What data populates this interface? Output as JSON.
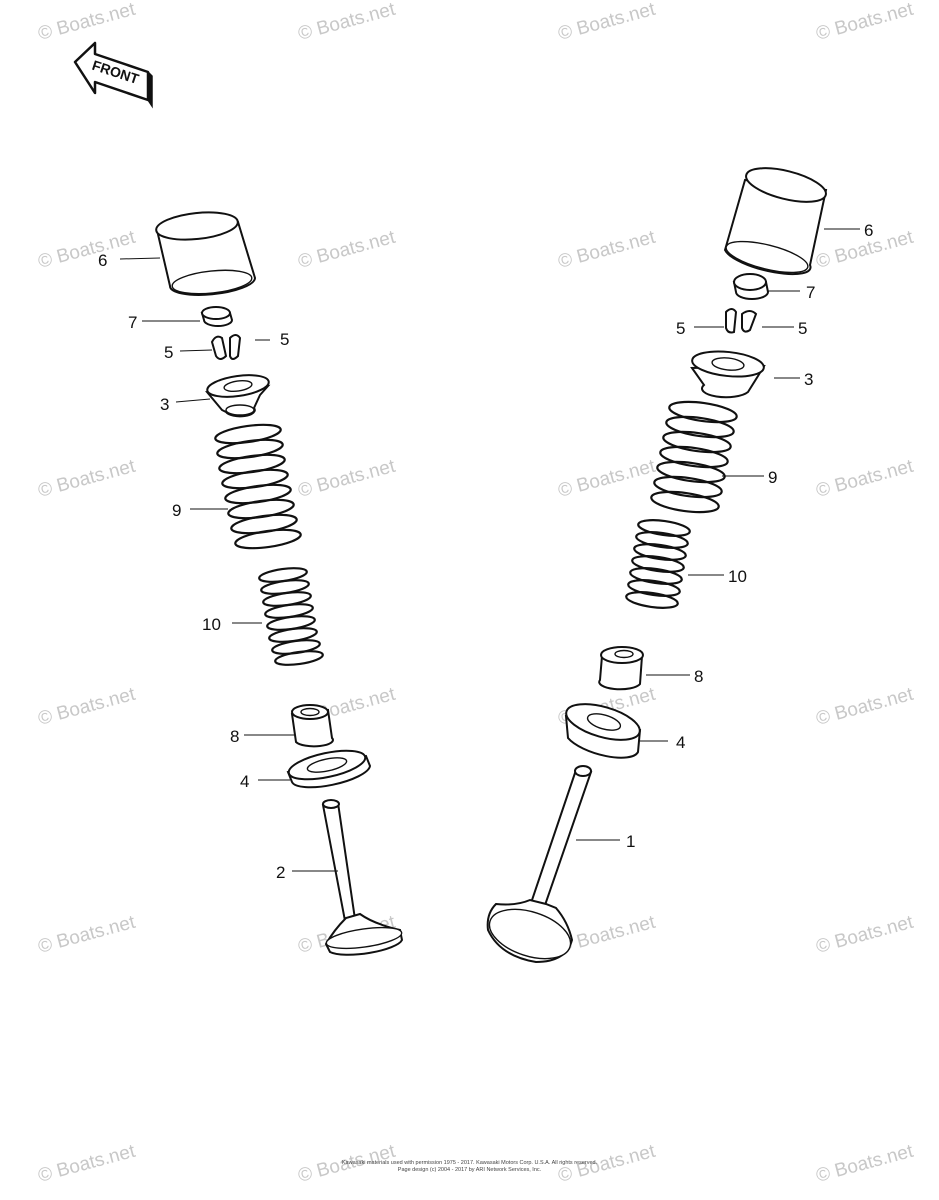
{
  "watermark": {
    "text": "© Boats.net"
  },
  "front_indicator": {
    "label": "FRONT"
  },
  "callouts": {
    "left": {
      "c6": "6",
      "c7": "7",
      "c5a": "5",
      "c5b": "5",
      "c3": "3",
      "c9": "9",
      "c10": "10",
      "c8": "8",
      "c4": "4",
      "c2": "2"
    },
    "right": {
      "c6": "6",
      "c7": "7",
      "c5a": "5",
      "c5b": "5",
      "c3": "3",
      "c9": "9",
      "c10": "10",
      "c8": "8",
      "c4": "4",
      "c1": "1"
    }
  },
  "footer": {
    "line1": "Kawasaki materials used with permission 1975 - 2017. Kawasaki Motors Corp. U.S.A. All rights reserved.",
    "line2": "Page design (c) 2004 - 2017 by ARI Network Services, Inc."
  }
}
